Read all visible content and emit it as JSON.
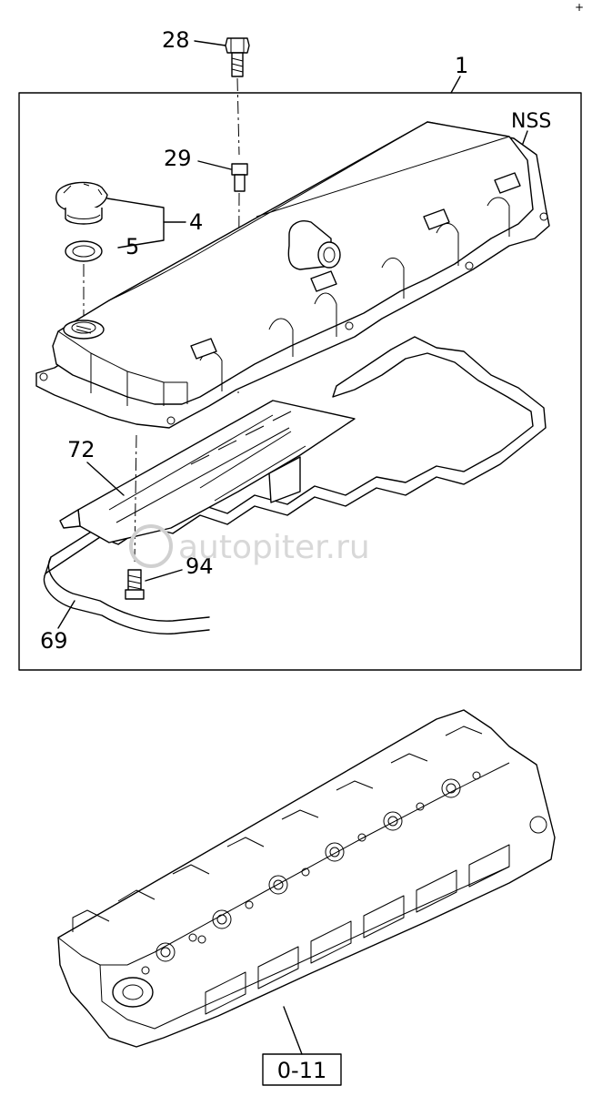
{
  "corner_mark": "+",
  "watermark": "autopiter.ru",
  "callouts": {
    "c1": "1",
    "c28": "28",
    "c29": "29",
    "c4": "4",
    "c5": "5",
    "nss": "NSS",
    "c72": "72",
    "c94": "94",
    "c69": "69"
  },
  "reference_box": "0-11"
}
